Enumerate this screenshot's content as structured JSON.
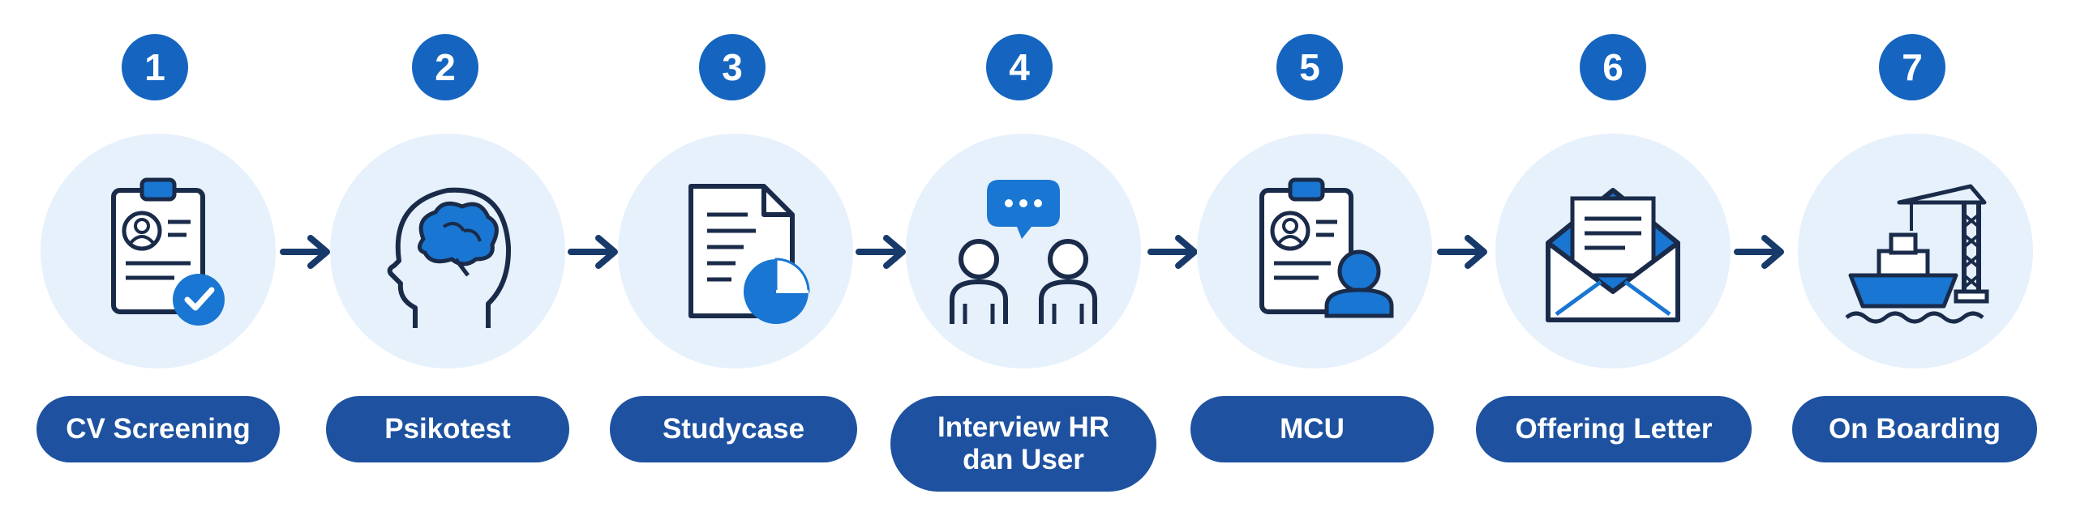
{
  "steps": [
    {
      "number": "1",
      "label": "CV Screening",
      "icon": "clipboard-check-icon"
    },
    {
      "number": "2",
      "label": "Psikotest",
      "icon": "head-brain-icon"
    },
    {
      "number": "3",
      "label": "Studycase",
      "icon": "document-chart-icon"
    },
    {
      "number": "4",
      "label_line1": "Interview HR",
      "label_line2": "dan User",
      "icon": "interview-people-icon"
    },
    {
      "number": "5",
      "label": "MCU",
      "icon": "clipboard-person-icon"
    },
    {
      "number": "6",
      "label": "Offering Letter",
      "icon": "envelope-letter-icon"
    },
    {
      "number": "7",
      "label": "On Boarding",
      "icon": "ship-crane-icon"
    }
  ],
  "colors": {
    "number_circle": "#1565c0",
    "pill": "#1e52a0",
    "disc": "#e6f1fc",
    "arrow": "#173a6a",
    "icon_outline": "#1a2b4a",
    "icon_fill": "#1976d2"
  }
}
